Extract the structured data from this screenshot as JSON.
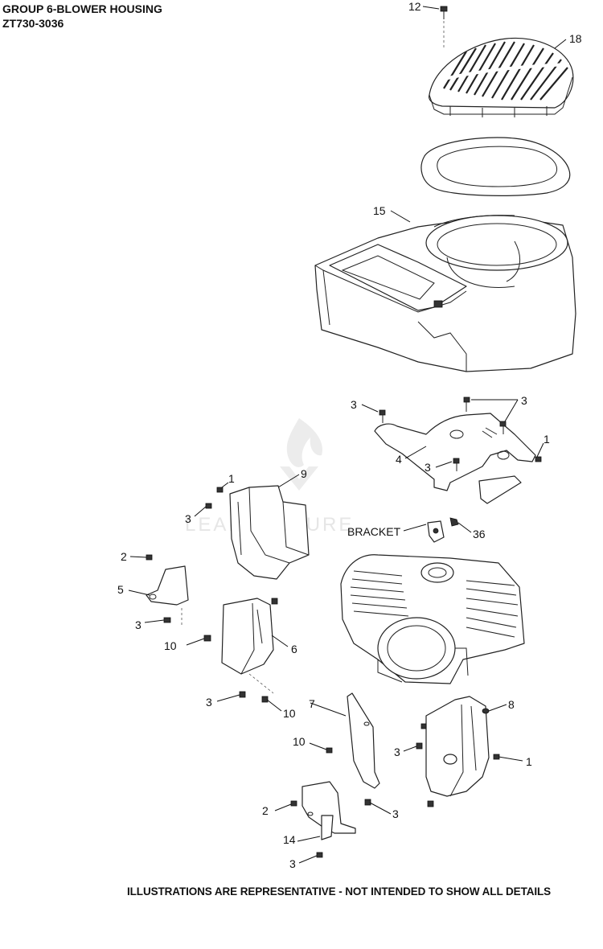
{
  "header": {
    "title": "GROUP 6-BLOWER HOUSING",
    "model": "ZT730-3036"
  },
  "footer": {
    "note": "ILLUSTRATIONS ARE REPRESENTATIVE - NOT INTENDED TO SHOW ALL DETAILS"
  },
  "watermark": {
    "text": "LEADVENTURE",
    "icon": "flame-logo-icon"
  },
  "callouts": {
    "c12": "12",
    "c18": "18",
    "c15": "15",
    "c3a": "3",
    "c3b": "3",
    "c1a": "1",
    "c4": "4",
    "c3c": "3",
    "c9": "9",
    "c1b": "1",
    "c3d": "3",
    "bracket": "BRACKET",
    "c36": "36",
    "c2a": "2",
    "c5": "5",
    "c3e": "3",
    "c10a": "10",
    "c6": "6",
    "c3f": "3",
    "c10b": "10",
    "c7": "7",
    "c8": "8",
    "c10c": "10",
    "c3g": "3",
    "c1c": "1",
    "c2b": "2",
    "c3h": "3",
    "c14": "14",
    "c3i": "3"
  }
}
